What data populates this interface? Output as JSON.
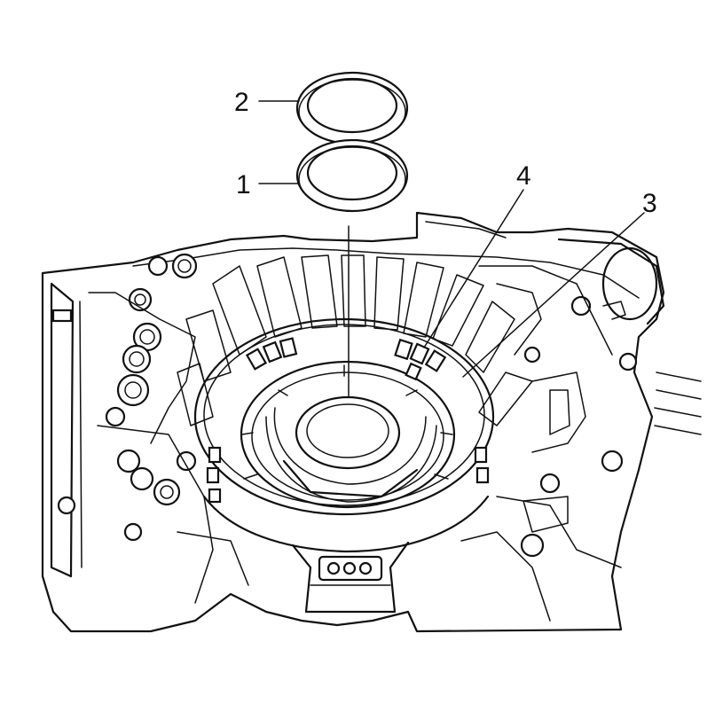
{
  "callouts": [
    {
      "id": "1",
      "text": "1"
    },
    {
      "id": "2",
      "text": "2"
    },
    {
      "id": "3",
      "text": "3"
    },
    {
      "id": "4",
      "text": "4"
    }
  ],
  "colors": {
    "ink": "#111111",
    "background": "#ffffff"
  }
}
